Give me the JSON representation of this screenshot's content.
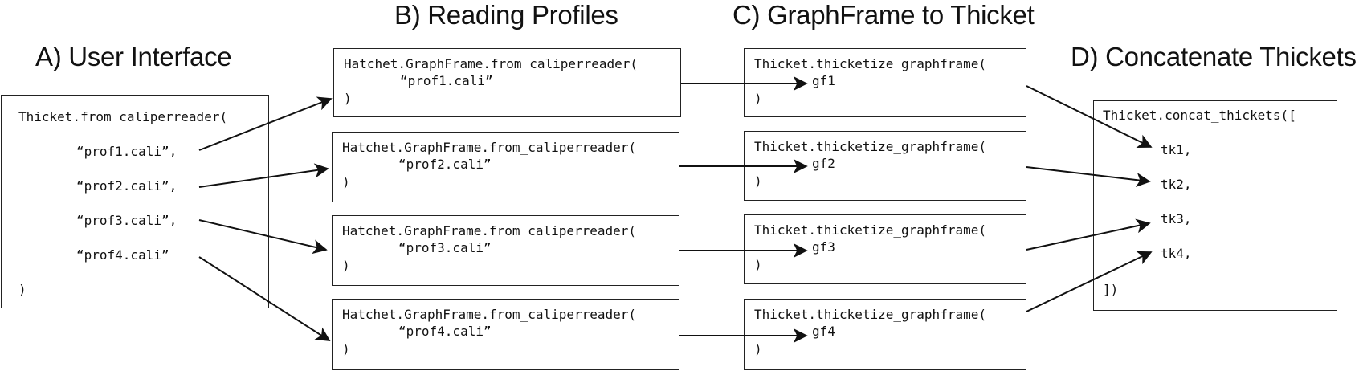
{
  "titles": {
    "a": "A) User Interface",
    "b": "B) Reading Profiles",
    "c": "C) GraphFrame to Thicket",
    "d": "D) Concatenate Thickets"
  },
  "ui_panel": {
    "call": "Thicket.from_caliperreader(",
    "args": [
      "“prof1.cali”,",
      "“prof2.cali”,",
      "“prof3.cali”,",
      "“prof4.cali”"
    ],
    "close": ")"
  },
  "read_panels": [
    {
      "call": "Hatchet.GraphFrame.from_caliperreader(",
      "arg": "“prof1.cali”",
      "close": ")"
    },
    {
      "call": "Hatchet.GraphFrame.from_caliperreader(",
      "arg": "“prof2.cali”",
      "close": ")"
    },
    {
      "call": "Hatchet.GraphFrame.from_caliperreader(",
      "arg": "“prof3.cali”",
      "close": ")"
    },
    {
      "call": "Hatchet.GraphFrame.from_caliperreader(",
      "arg": "“prof4.cali”",
      "close": ")"
    }
  ],
  "gf_panels": [
    {
      "call": "Thicket.thicketize_graphframe(",
      "arg": "gf1",
      "close": ")"
    },
    {
      "call": "Thicket.thicketize_graphframe(",
      "arg": "gf2",
      "close": ")"
    },
    {
      "call": "Thicket.thicketize_graphframe(",
      "arg": "gf3",
      "close": ")"
    },
    {
      "call": "Thicket.thicketize_graphframe(",
      "arg": "gf4",
      "close": ")"
    }
  ],
  "concat_panel": {
    "call": "Thicket.concat_thickets([",
    "items": [
      "tk1,",
      "tk2,",
      "tk3,",
      "tk4,"
    ],
    "close": "])"
  }
}
